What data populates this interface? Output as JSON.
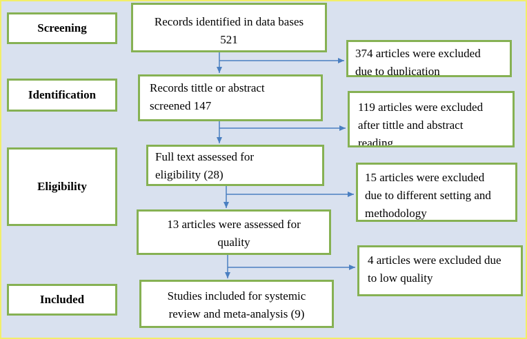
{
  "stages": {
    "screening": "Screening",
    "identification": "Identification",
    "eligibility": "Eligibility",
    "included": "Included"
  },
  "flow": {
    "records_identified": [
      "Records identified in data bases",
      "521"
    ],
    "records_screened": [
      "Records tittle or abstract",
      "screened 147"
    ],
    "full_text": [
      "Full text assessed for",
      "eligibility (28)"
    ],
    "quality": [
      "13 articles were assessed for",
      "quality"
    ],
    "included_studies": [
      "Studies included for systemic",
      "review and meta-analysis (9)"
    ]
  },
  "exclusions": {
    "duplication": [
      "374 articles were excluded",
      "due to duplication"
    ],
    "title_abstract": [
      "119 articles were excluded",
      "after tittle and abstract",
      "reading"
    ],
    "setting": [
      "15 articles were excluded",
      "due to different setting and",
      "methodology"
    ],
    "low_quality": [
      "4 articles were excluded due",
      "to low quality"
    ]
  },
  "colors": {
    "background": "#d9e1ef",
    "box_border": "#86b153",
    "arrow": "#4a7fc1",
    "frame_border": "#f2ee6a"
  }
}
